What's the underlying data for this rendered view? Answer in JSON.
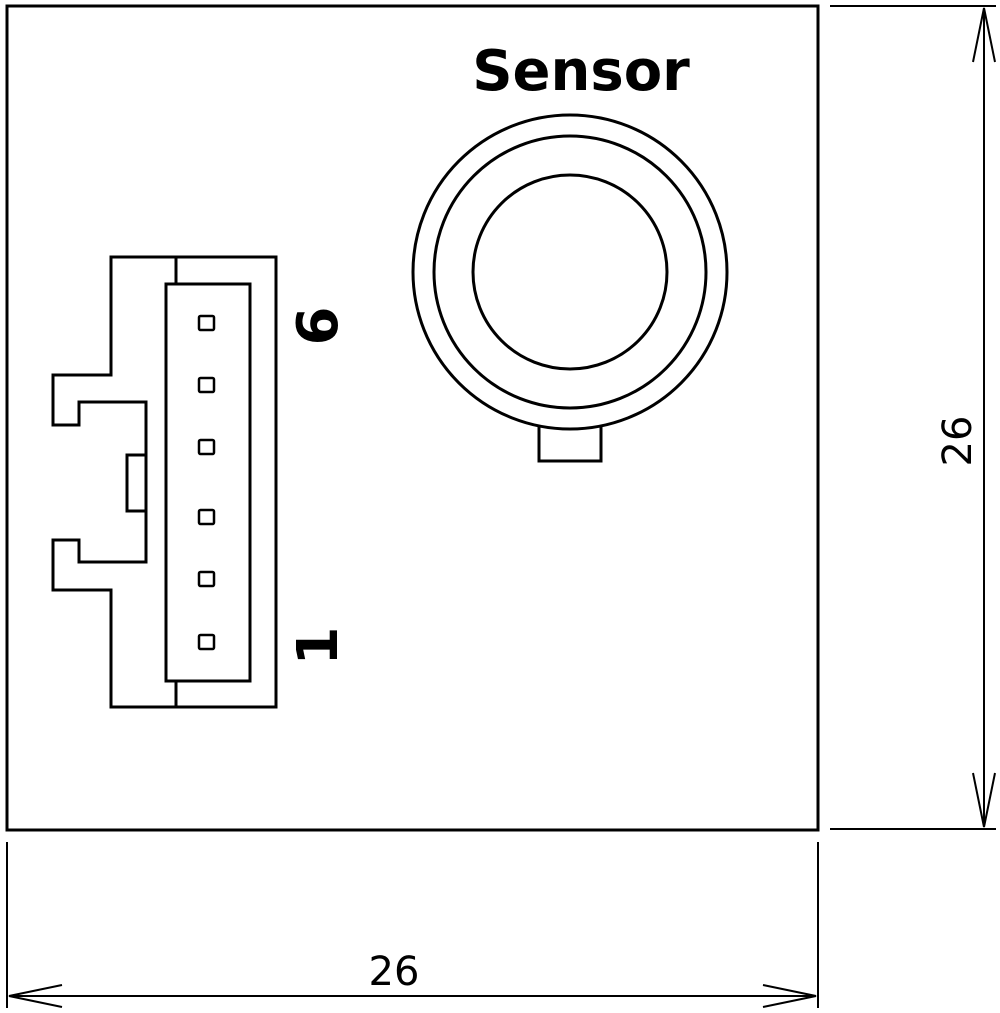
{
  "sensor": {
    "label": "Sensor"
  },
  "connector": {
    "pin_high_label": "6",
    "pin_low_label": "1",
    "pin_count": 6
  },
  "dimensions": {
    "width_label": "26",
    "height_label": "26"
  },
  "colors": {
    "line": "#000000",
    "background": "#ffffff"
  }
}
